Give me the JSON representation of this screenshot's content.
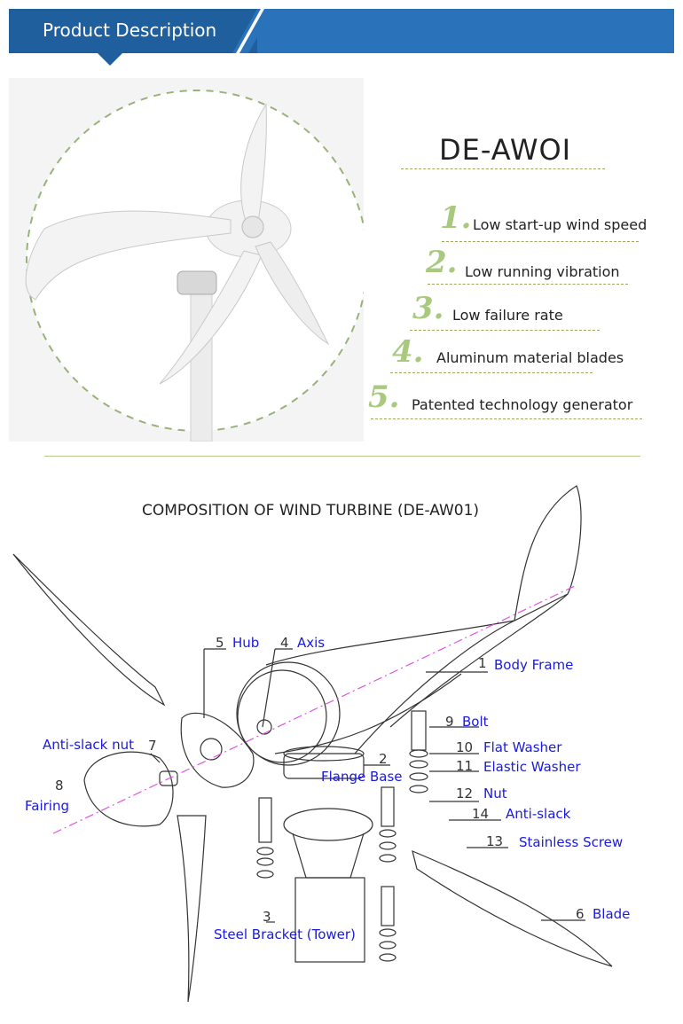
{
  "header": {
    "title": "Product Description"
  },
  "product": {
    "model": "DE-AWOI"
  },
  "features": [
    {
      "num": "1.",
      "text": "Low start-up wind speed"
    },
    {
      "num": "2.",
      "text": "Low running vibration"
    },
    {
      "num": "3.",
      "text": "Low failure rate"
    },
    {
      "num": "4.",
      "text": "Aluminum  material blades"
    },
    {
      "num": "5.",
      "text": "Patented technology generator"
    }
  ],
  "diagram": {
    "title": "COMPOSITION OF WIND TURBINE (DE-AW01)",
    "parts": [
      {
        "num": "1",
        "label": "Body Frame"
      },
      {
        "num": "2",
        "label": "Flange Base"
      },
      {
        "num": "3",
        "label": "Steel Bracket (Tower)"
      },
      {
        "num": "4",
        "label": "Axis"
      },
      {
        "num": "5",
        "label": "Hub"
      },
      {
        "num": "6",
        "label": "Blade"
      },
      {
        "num": "7",
        "label": "Anti-slack nut"
      },
      {
        "num": "8",
        "label": "Fairing"
      },
      {
        "num": "9",
        "label": "Bolt"
      },
      {
        "num": "10",
        "label": "Flat Washer"
      },
      {
        "num": "11",
        "label": "Elastic Washer"
      },
      {
        "num": "12",
        "label": "Nut"
      },
      {
        "num": "13",
        "label": "Stainless Screw"
      },
      {
        "num": "14",
        "label": "Anti-slack"
      }
    ]
  },
  "colors": {
    "banner": "#2a73ba",
    "banner_dark": "#1f5f9e",
    "feature_number": "#a9c97e",
    "label": "#1a1ae0"
  }
}
